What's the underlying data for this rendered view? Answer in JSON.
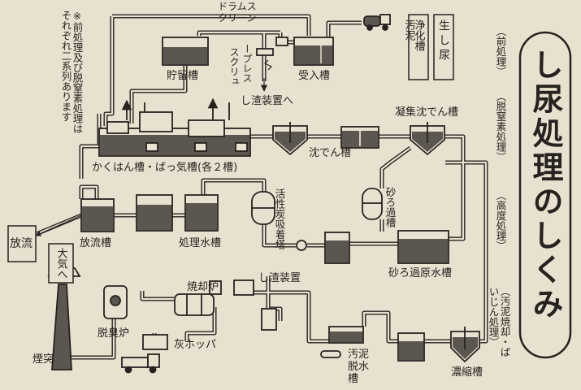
{
  "title": "し尿処理のしくみ",
  "note": "※前処理及び脱窒素処理はそれぞれ二系列あります",
  "legend": {
    "night_soil": "生し尿",
    "septic_sludge": "浄化槽汚泥"
  },
  "stages": {
    "pre": "（前処理）",
    "denitrification": "（脱窒素処理）",
    "advanced": "（高度処理）",
    "sludge": "（汚泥焼却・ばいじん処理）"
  },
  "labels": {
    "drum_screen": "ドラムスクリーン",
    "press": "ープレス",
    "screw": "スクリュ",
    "storage_tank": "貯留槽",
    "receiving_tank": "受入槽",
    "to_residue": "し渣装置へ",
    "aeration_tank": "かくはん槽・ばっ気槽(各２槽)",
    "sedimentation": "沈でん槽",
    "coagulation": "凝集沈でん槽",
    "discharge_tank": "放流槽",
    "treated_tank": "処理水槽",
    "activated_carbon": "活性炭吸着塔",
    "sand_filter": "砂ろ過槽",
    "sand_raw_tank": "砂ろ過原水槽",
    "discharge": "放流",
    "atmosphere": "大気へ",
    "chimney": "煙突",
    "deodorizer": "脱臭炉",
    "incinerator": "焼却炉",
    "residue_device": "し渣装置",
    "ash_hopper": "灰ホッパ",
    "sludge_dewater": "汚泥脱水槽",
    "thickener": "濃縮槽"
  },
  "colors": {
    "paper": "#e9e1cf",
    "ink": "#262220",
    "water": "#5b5650"
  }
}
